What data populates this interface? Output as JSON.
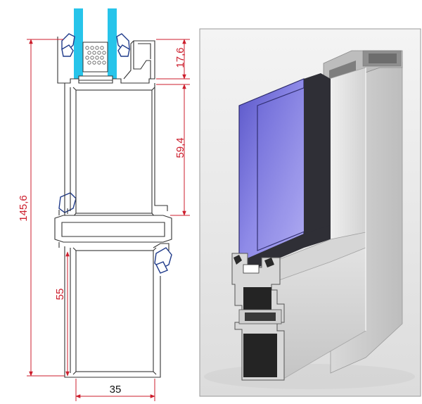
{
  "drawing": {
    "dimensions": {
      "total_height": "145,6",
      "top_section": "17,6",
      "middle_section": "59,4",
      "lower_section": "55",
      "width": "35"
    },
    "colors": {
      "dimension_red": "#cc1e2c",
      "glass_cyan": "#27c4ea",
      "gasket_blue": "#1f3a8a",
      "outline": "#333333"
    }
  },
  "render": {
    "colors": {
      "aluminium_light": "#e4e4e4",
      "aluminium_mid": "#c9c9c9",
      "aluminium_dark": "#a9a9a9",
      "glass_violet": "#7b77e0",
      "background": "#ececec"
    }
  }
}
